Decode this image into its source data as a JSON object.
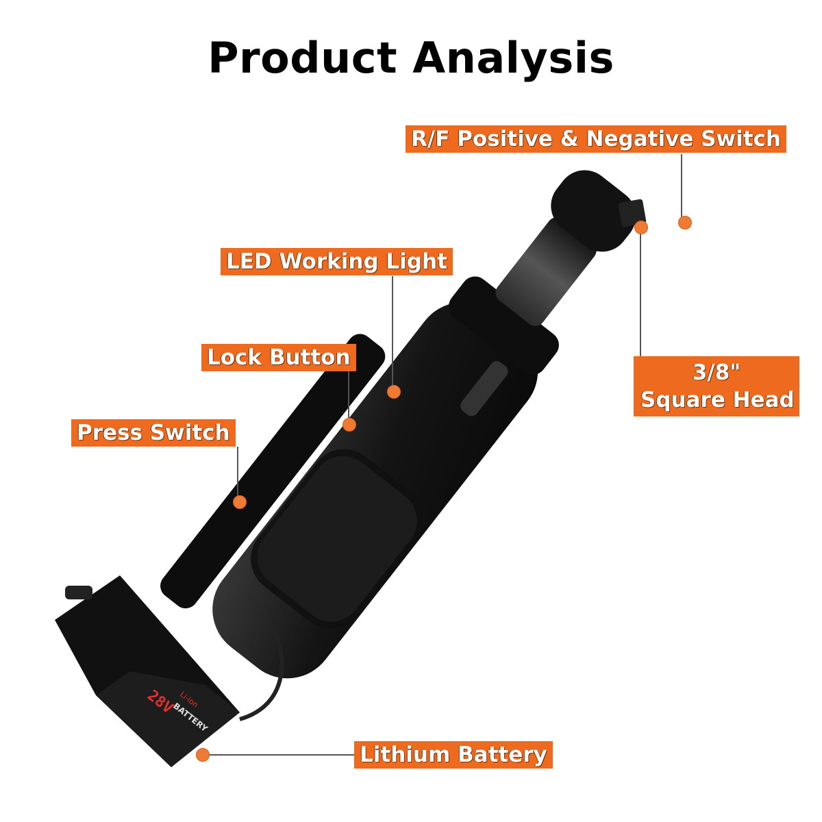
{
  "title": "Product Analysis",
  "labels": {
    "rf_switch": "R/F Positive & Negative Switch",
    "led_light": "LED Working Light",
    "lock_button": "Lock Button",
    "press_switch": "Press Switch",
    "square_head_line1": "3/8\"",
    "square_head_line2": "Square Head",
    "battery": "Lithium Battery"
  },
  "battery_print": {
    "voltage": "28V",
    "type": "Li-ion",
    "word": "BATTERY"
  },
  "colors": {
    "accent": "#ee6a1f",
    "tool_body": "#1a1a1a",
    "background": "#ffffff"
  }
}
